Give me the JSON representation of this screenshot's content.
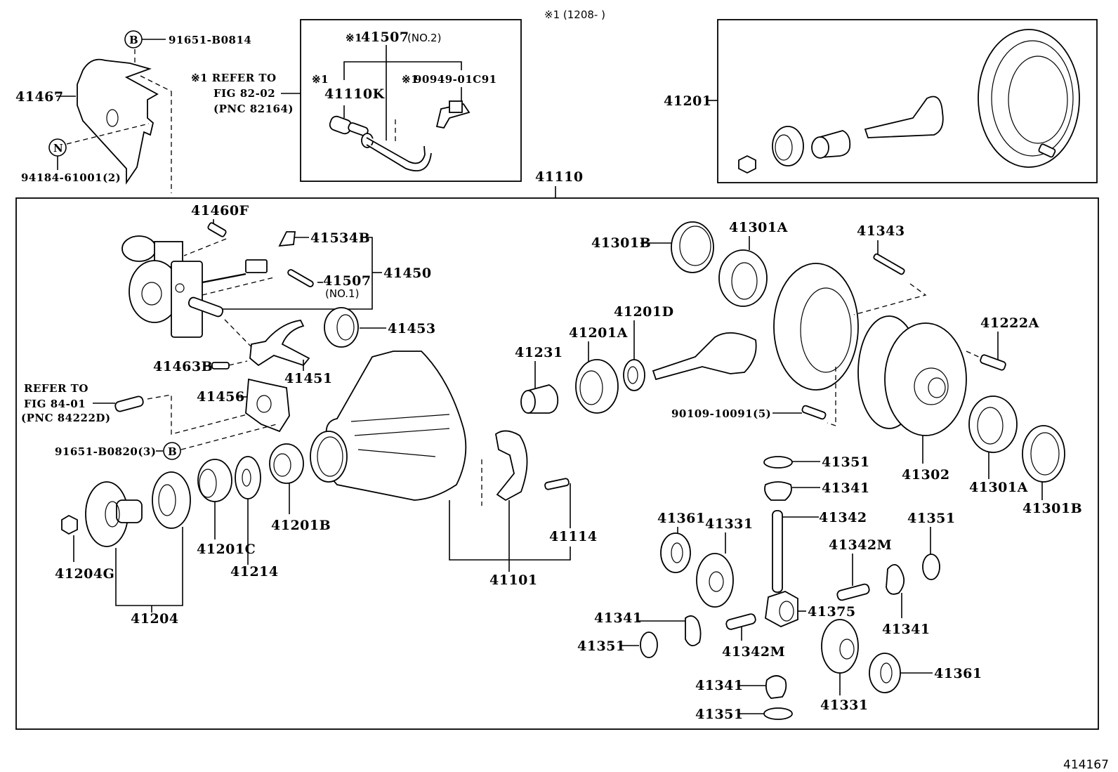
{
  "header": {
    "applicability_note": "※1 (1208-    )",
    "illustration_id": "414167"
  },
  "references": {
    "fig_82_02": {
      "line1": "※1 REFER TO",
      "line2": "FIG 82-02",
      "line3": "(PNC 82164)"
    },
    "fig_84_01": {
      "line1": "REFER TO",
      "line2": "FIG 84-01",
      "line3": "(PNC 84222D)"
    }
  },
  "symbols": {
    "b_circle": "B",
    "n_circle": "N"
  },
  "inset_sensor": {
    "part_41507_no2": {
      "prefix": "※1",
      "number": "41507",
      "suffix": "(NO.2)"
    },
    "part_41110k": {
      "prefix": "※1",
      "number": "41110K"
    },
    "part_190949": {
      "prefix": "※1",
      "number": "90949-01C91"
    }
  },
  "assembly_label": "41110",
  "ring_gear_set_label": "41201",
  "parts": {
    "p91651_b0814": "91651-B0814",
    "p41467": "41467",
    "p94184": "94184-61001(2)",
    "p41460f": "41460F",
    "p41534b": "41534B",
    "p41507_no1": "41507",
    "p41507_no1_sub": "(NO.1)",
    "p41450": "41450",
    "p41453": "41453",
    "p41463b": "41463B",
    "p41451": "41451",
    "p41456": "41456",
    "p91651_b0820": "91651-B0820(3)",
    "p41204g": "41204G",
    "p41204": "41204",
    "p41201c": "41201C",
    "p41214": "41214",
    "p41201b": "41201B",
    "p41101": "41101",
    "p41114": "41114",
    "p41231": "41231",
    "p41201a": "41201A",
    "p41201d": "41201D",
    "p41301b_top": "41301B",
    "p41301a_top": "41301A",
    "p41343": "41343",
    "p41222a": "41222A",
    "p90109": "90109-10091(5)",
    "p41302": "41302",
    "p41301a_right": "41301A",
    "p41301b_right": "41301B",
    "p41351_a": "41351",
    "p41341_a": "41341",
    "p41342": "41342",
    "p41351_b": "41351",
    "p41361_a": "41361",
    "p41331_a": "41331",
    "p41342m_a": "41342M",
    "p41375": "41375",
    "p41341_b": "41341",
    "p41341_c": "41341",
    "p41351_c": "41351",
    "p41342m_b": "41342M",
    "p41361_b": "41361",
    "p41341_d": "41341",
    "p41351_d": "41351",
    "p41331_b": "41331"
  }
}
